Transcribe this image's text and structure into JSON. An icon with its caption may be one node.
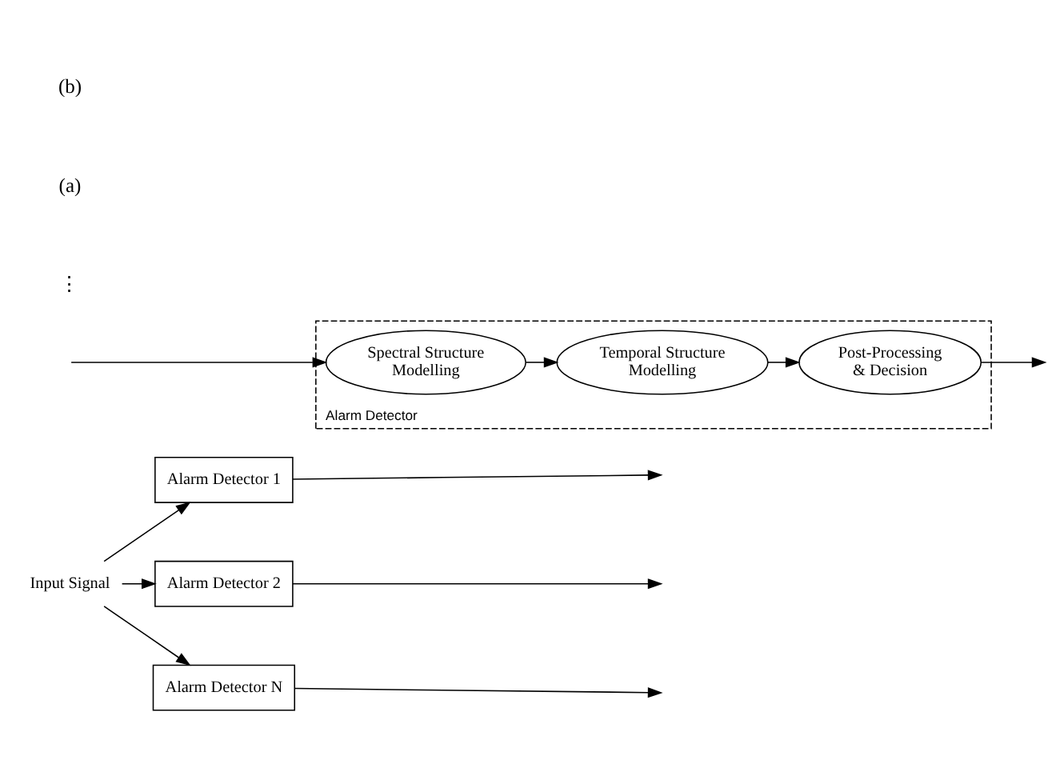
{
  "diagram": {
    "nodes": [
      {
        "text": [
          "Input Signal"
        ]
      },
      {
        "text": [
          "Alarm Detector 1"
        ]
      },
      {
        "text": [
          "Alarm Detector 2"
        ]
      },
      {
        "text": [
          "Alarm Detector N"
        ]
      },
      {
        "text": [
          "Alarm Detector"
        ]
      },
      {
        "text": [
          "Spectral Structure Modelling"
        ],
        "in": 4
      },
      {
        "text": [
          "Temporal Structure Modelling"
        ],
        "in": 4
      },
      {
        "text": [
          "Post-Processing & Decision"
        ],
        "in": 4
      }
    ],
    "edges": [
      {
        "from": 0,
        "to": 1,
        "arrow": "to"
      },
      {
        "from": 0,
        "to": 2,
        "arrow": "to"
      },
      {
        "from": 0,
        "to": 3,
        "arrow": "to"
      },
      {
        "from": 1,
        "to": null,
        "arrow": "to"
      },
      {
        "from": 2,
        "to": null,
        "arrow": "to"
      },
      {
        "from": 3,
        "to": null,
        "arrow": "to"
      },
      {
        "from": null,
        "to": 5,
        "arrow": "to"
      },
      {
        "from": 5,
        "to": 6,
        "arrow": "to"
      },
      {
        "from": 6,
        "to": 7,
        "arrow": "to"
      },
      {
        "from": 7,
        "to": null,
        "arrow": "to"
      }
    ],
    "labels": [
      "⋮",
      "(a)",
      "(b)"
    ]
  }
}
